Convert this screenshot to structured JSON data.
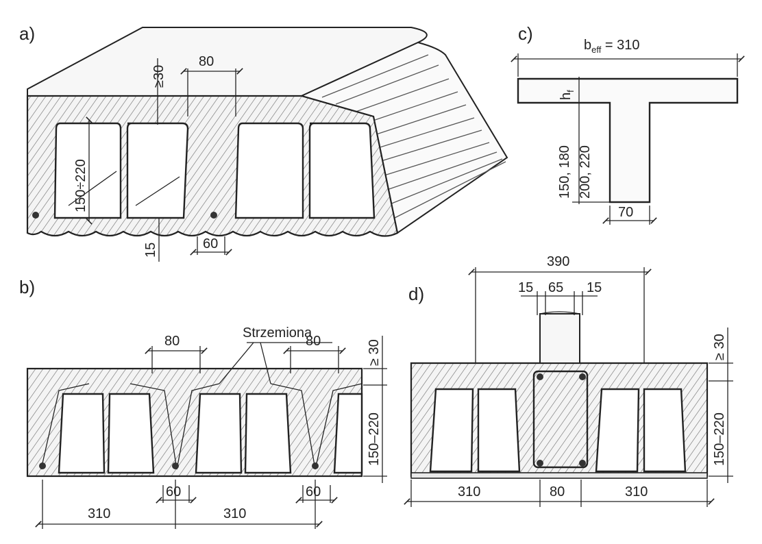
{
  "panels": {
    "a": {
      "letter": "a)",
      "dims": {
        "top": "≥30",
        "rib": "80",
        "height": "150÷220",
        "bottom": "15",
        "web": "60"
      }
    },
    "b": {
      "letter": "b)",
      "label": "Strzemiona",
      "dims": {
        "rib_left": "80",
        "rib_right": "80",
        "top": "≥ 30",
        "height": "150–220",
        "web_left": "60",
        "web_right": "60",
        "span_left": "310",
        "span_right": "310"
      }
    },
    "c": {
      "letter": "c)",
      "beff_symbol": "b",
      "beff_sub": "eff",
      "beff_value": " = 310",
      "hf_symbol": "h",
      "hf_sub": "f",
      "height_1": "150, 180",
      "height_2": "200, 220",
      "web": "70"
    },
    "d": {
      "letter": "d)",
      "dims": {
        "total": "390",
        "side_left": "15",
        "core": "65",
        "side_right": "15",
        "top": "≥ 30",
        "height": "150–220",
        "left": "310",
        "middle": "80",
        "right": "310"
      }
    }
  }
}
